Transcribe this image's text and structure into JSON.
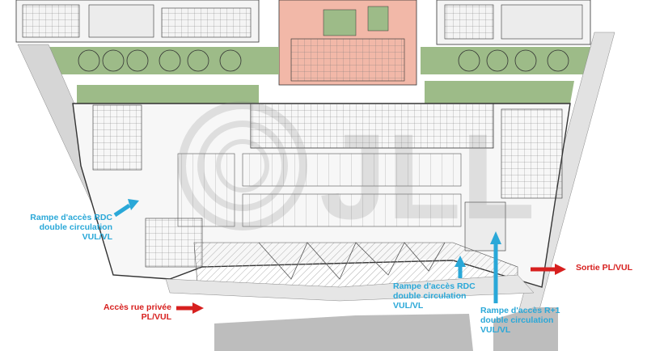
{
  "plan": {
    "watermark": "JLL",
    "colors": {
      "accent_blue": "#2aa8d8",
      "accent_red": "#d7201f",
      "green_space": "#9dbb88",
      "courtyard_pink": "#f2b8a8",
      "paving": "#d6d6d6",
      "building_line": "#3a3a3a"
    },
    "annotations": {
      "ramp_rdc_left": "Rampe d'accès RDC\ndouble circulation\nVUL/VL",
      "ramp_rdc_center": "Rampe d'accès RDC\ndouble circulation\nVUL/VL",
      "ramp_r1": "Rampe d'accès R+1\ndouble circulation\nVUL/VL",
      "exit": "Sortie PL/VUL",
      "access_private": "Accès rue privée\nPL/VUL"
    }
  }
}
